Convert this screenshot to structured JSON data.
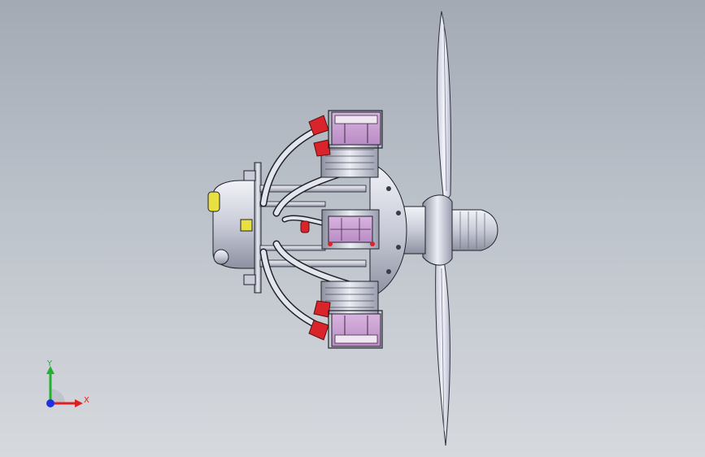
{
  "app": {
    "title": ""
  },
  "viewport": {
    "background_top": "#a4aab4",
    "background_bottom": "#d6d9de",
    "model": {
      "description_name": "radial-engine-with-propeller",
      "colors": {
        "metal_light": "#e6e8f0",
        "metal_mid": "#b9bcc9",
        "metal_dark": "#5a5d6a",
        "edge": "#20222a",
        "accent_red": "#d8242a",
        "accent_pink": "#d6a0dc",
        "accent_yellow": "#e8e040",
        "propeller": "#e4e6f2"
      }
    }
  },
  "triad": {
    "x_label": "X",
    "y_label": "Y",
    "x_color": "#e02020",
    "y_color": "#22b030",
    "z_color": "#2030e0"
  }
}
